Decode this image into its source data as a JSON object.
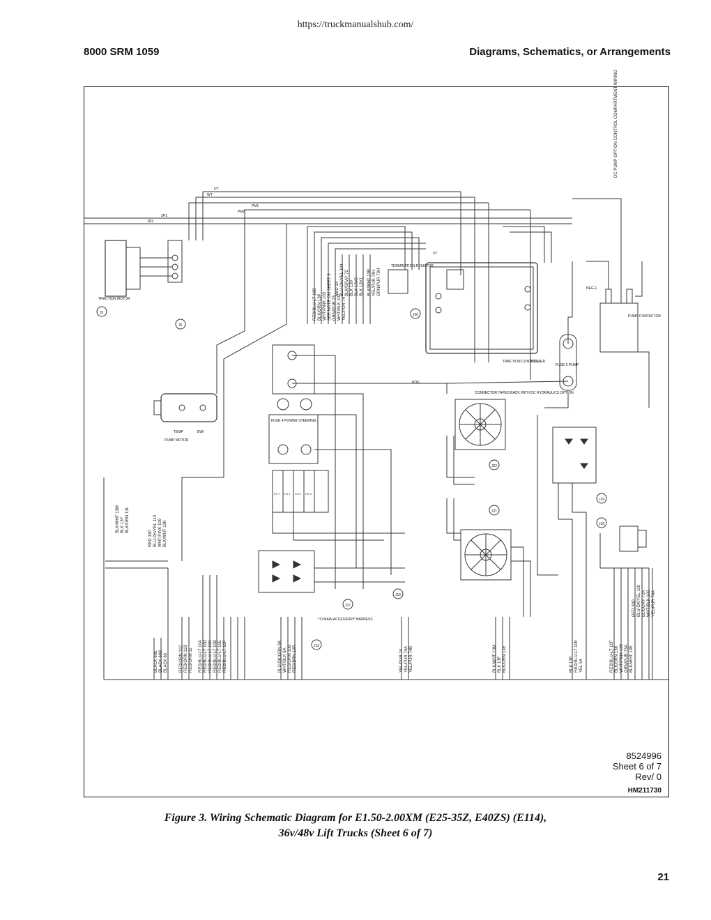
{
  "source_url": "https://truckmanualshub.com/",
  "header": {
    "left": "8000 SRM 1059",
    "right": "Diagrams, Schematics, or Arrangements"
  },
  "diagram": {
    "note": "DC PUMP OPTION CONTROL COMPARTMENT WIRING",
    "drawing_number": "8524996",
    "sheet": "Sheet 6 of 7",
    "rev": "Rev/ 0",
    "hm_number": "HM211730",
    "labels": {
      "traction_motor": "TRACTION MOTOR",
      "pump_motor": "PUMP MOTOR",
      "traction_controller": "TRACTION CONTROLLER",
      "pump_contactor": "PUMP CONTACTOR",
      "termination_resistor": "TERMINATION RESISTOR",
      "fuse_power_steering": "FUSE 4 POWER STEERING",
      "fuse_pump": "FUSE 2 PUMP",
      "connector_note": "CONNECTOR TAPED BACK WITH DC HYDRAULICS OPTION",
      "main_harness": "TO MAIN ACCESSORY HARNESS",
      "pos": "POS",
      "pos1": "POS-1",
      "pm1": "PM1",
      "pm2": "PM2",
      "wt": "WT",
      "ut": "UT",
      "vt": "VT",
      "2p1": "2P1",
      "1p2": "1P2",
      "neg1": "NEG-1",
      "temp": "TEMP",
      "bwi": "BWI",
      "fu7": "FU 7",
      "fu1": "FU 1",
      "fu5": "FU 5",
      "fu3": "FU 3"
    },
    "connectors": [
      "J5",
      "J6",
      "J12",
      "J16",
      "J17",
      "J18",
      "J19",
      "J20",
      "J21",
      "J22"
    ],
    "wire_groups": [
      "BLK/WHT 13M\nBLK 13Y\nBLK/ORN 13L",
      "RED 33P\nBLU-DK/YEL 110\nWHT/PINK 109\nBLK/WHT 13K",
      "BLACK 60E\nBLACK 60D\nBLACK 60",
      "RED/ORN 11C\nRED/ORN 11B\nRED/ORN 11",
      "RED/BLU-LT 10A\nRED/BLU-LT 10D\nRED/BLU-LT 10C\nRED/BLU-LT 10B\nRED/BLU-LT 10E\nRED/BLU-LT 10F",
      "BLU-DK/GRN 8A\nWHT/BLK 6A\nRED/ORN 10B\nRED/BRN 10R",
      "YEL/PUR 74\nYEL/PUR 74A\nYEL/PUR 74B",
      "BLK/WHT 13M\nBLK 13F\nBLK/ORN 13E",
      "BLK 13F\nRED/BLU-LT 10E\nYEL 54",
      "RED/BLU-LT 10F\nBLK/ORN 13K\nWHT/PINK 109\nGRN/PUR 73A\nBLK/WHT 13E",
      "RED 33P\nBLU-DK/YEL 110\nBLK/GRY 72A\nWHT/BLK 100\nYEL/PUR 74A",
      "RED/BLU-LT 10D\nBLK/ORN 13P\nWHT/PINK 103\nSEE NOTE ON SHEET 3\nGRN/PUR 73\nWHT/BLK 102\nYEL/PUR 74",
      "RED 33\nBLU-DK/YEL 104\nBLK/GRAY 72\nBLK 13V\nBLK 13V2\nBLK 13V1",
      "BLK/WHT 13R\nYEL/PUR 74H\nGRN/PUR 73H"
    ]
  },
  "caption": {
    "line1": "Figure 3.  Wiring Schematic Diagram for E1.50-2.00XM (E25-35Z, E40ZS) (E114),",
    "line2": "36v/48v Lift Trucks (Sheet 6 of 7)"
  },
  "page_number": "21"
}
